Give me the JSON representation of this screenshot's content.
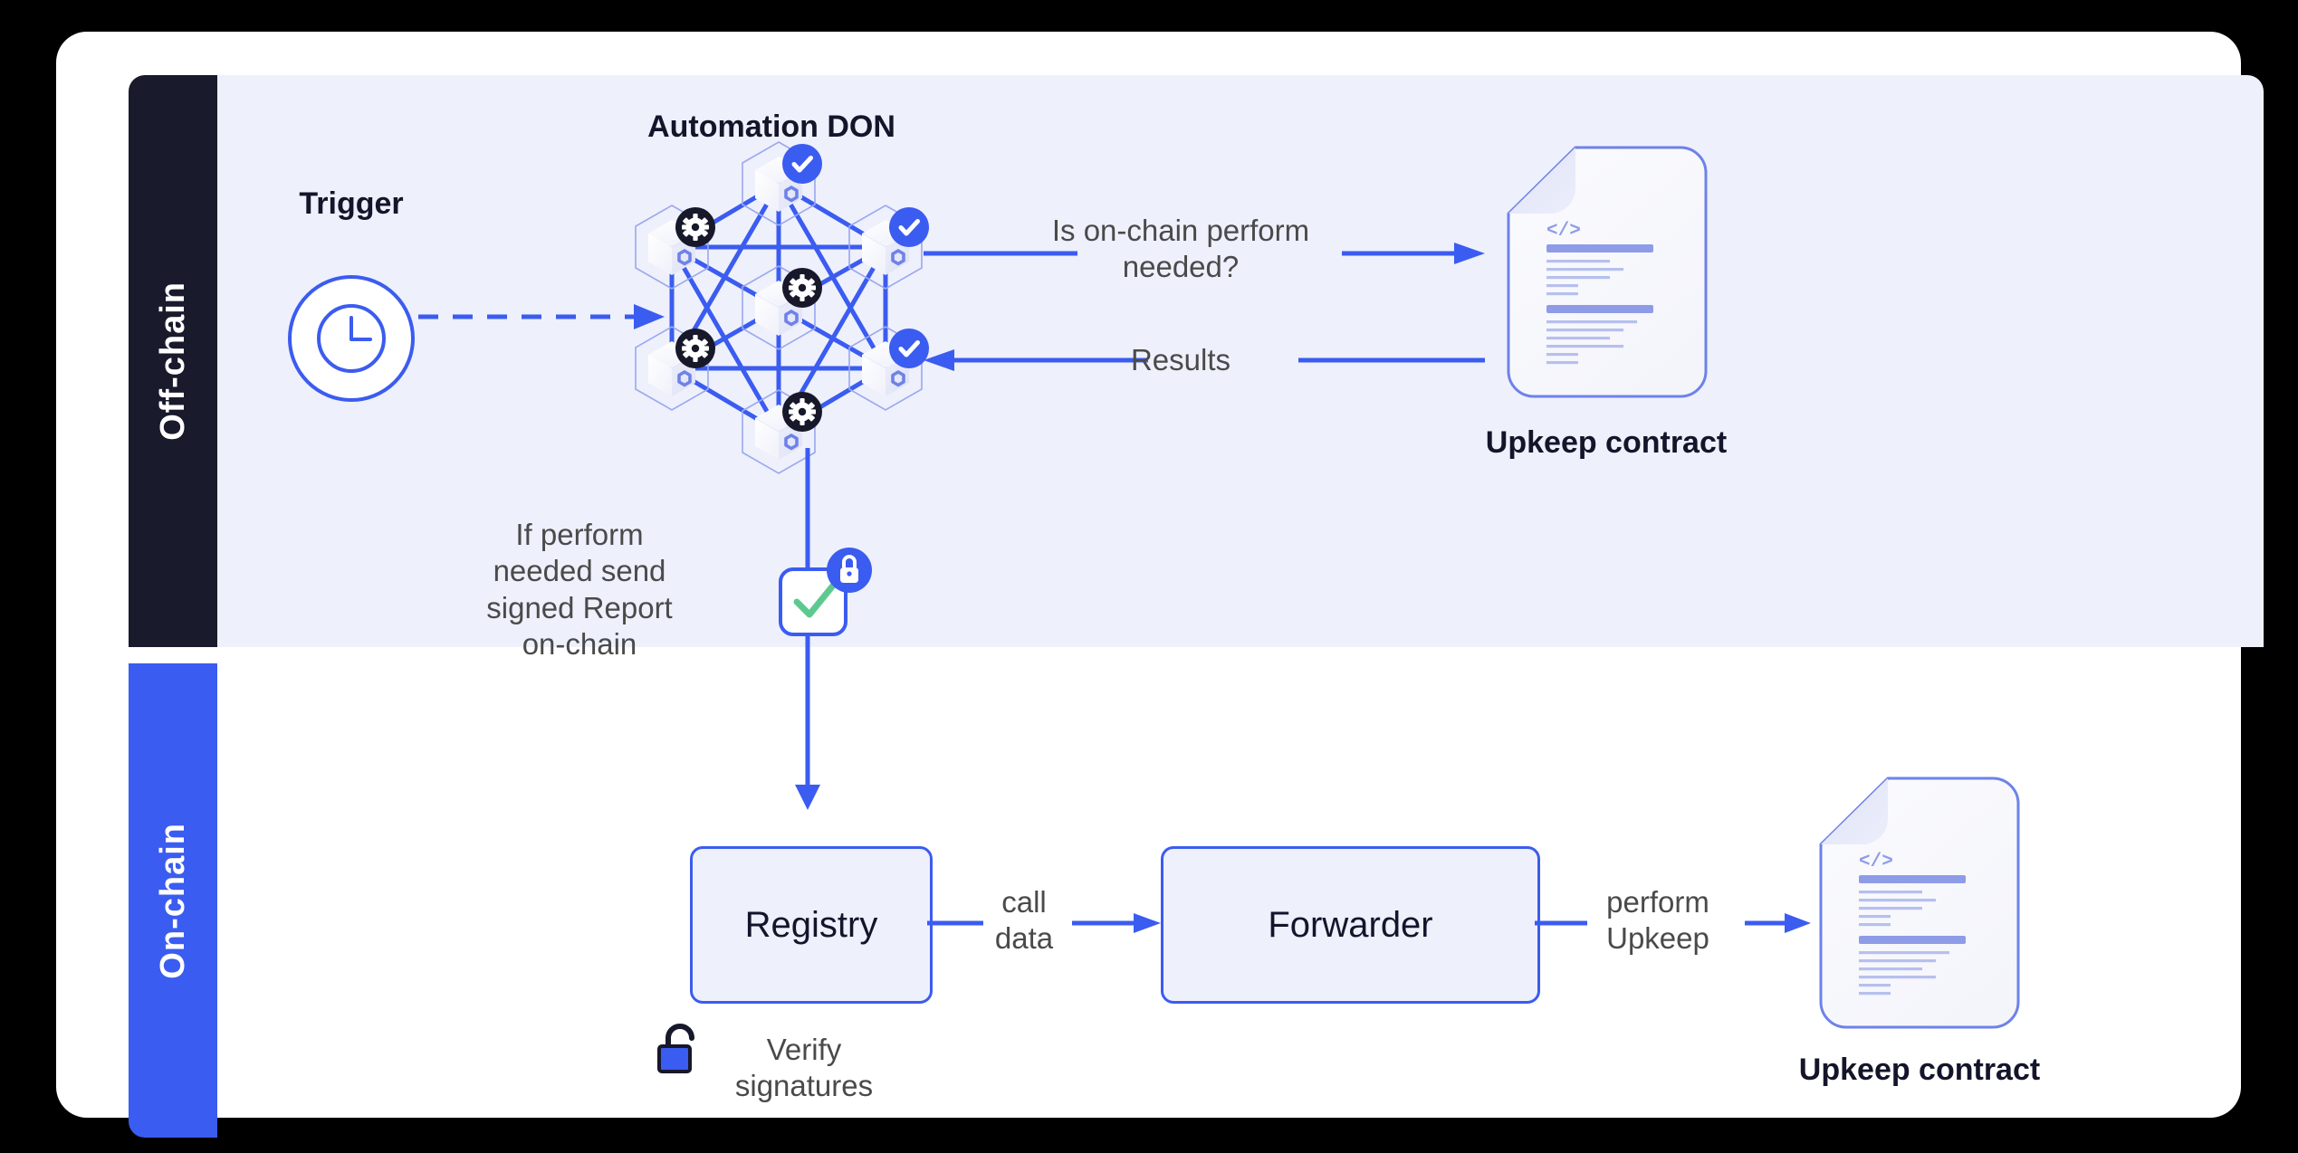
{
  "diagram": {
    "title": "Chainlink Automation architecture",
    "sections": {
      "offchain_label": "Off-chain",
      "onchain_label": "On-chain"
    },
    "colors": {
      "accent_blue": "#3b5cf0",
      "dark_navy": "#191a2b",
      "lavender_bg": "#eef0fc",
      "node_fill": "#eef0fc",
      "green_check": "#5ec98e",
      "text_gray": "#4a4a4a",
      "card_white": "#ffffff",
      "page_black": "#000000"
    },
    "offchain": {
      "trigger_label": "Trigger",
      "trigger_icon": "clock-icon",
      "don_title": "Automation DON",
      "don_nodes": [
        {
          "id": "node-top",
          "badge": "check-badge"
        },
        {
          "id": "node-upper-left",
          "badge": "gear-badge"
        },
        {
          "id": "node-upper-right",
          "badge": "check-badge"
        },
        {
          "id": "node-center",
          "badge": "gear-badge"
        },
        {
          "id": "node-lower-left",
          "badge": "gear-badge"
        },
        {
          "id": "node-lower-right",
          "badge": "check-badge"
        },
        {
          "id": "node-bottom",
          "badge": "gear-badge"
        }
      ],
      "query_label": "Is on-chain perform\nneeded?",
      "results_label": "Results",
      "upkeep_contract_label": "Upkeep contract",
      "contract_icon": "code-document-icon",
      "report_note": "If perform\nneeded send\nsigned Report\non-chain",
      "signed_report_icon": "checkmark-card-icon",
      "signed_report_badge": "lock-icon"
    },
    "onchain": {
      "registry_label": "Registry",
      "forwarder_label": "Forwarder",
      "call_data_label": "call\ndata",
      "perform_upkeep_label": "perform\nUpkeep",
      "verify_signatures_label": "Verify\nsignatures",
      "verify_icon": "unlock-icon",
      "upkeep_contract_label": "Upkeep contract",
      "contract_icon": "code-document-icon"
    }
  }
}
